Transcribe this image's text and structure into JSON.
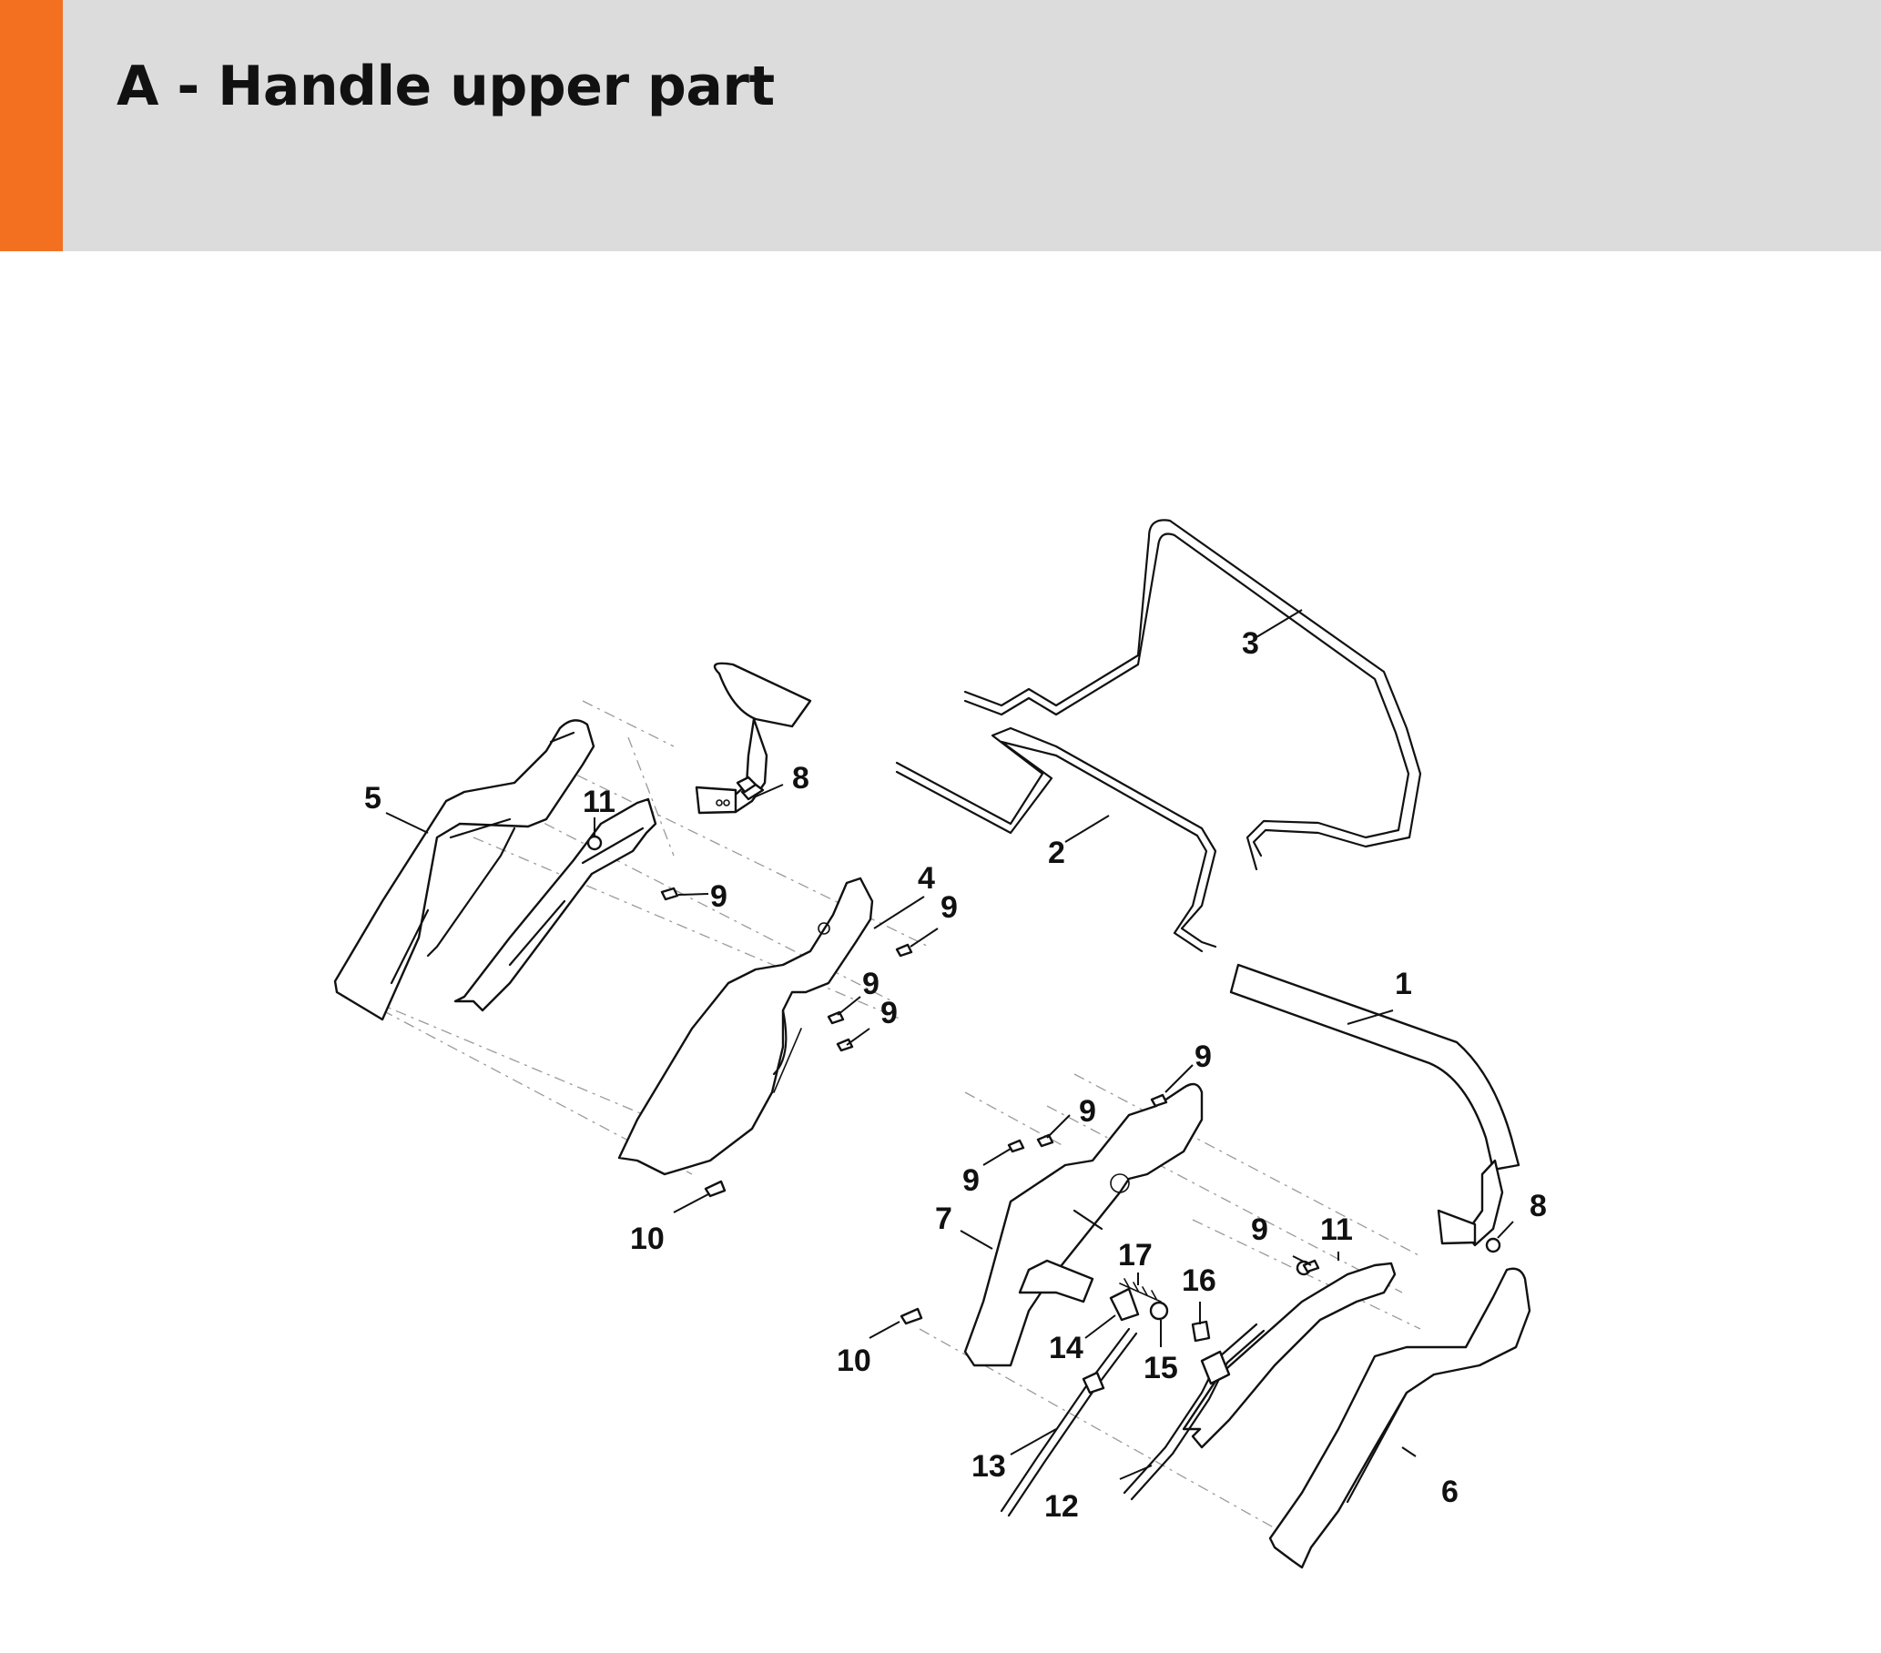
{
  "header": {
    "title": "A - Handle upper part",
    "accent_color": "#f37021",
    "band_color": "#dcdcdc"
  },
  "callouts": {
    "c1": "1",
    "c2": "2",
    "c3": "3",
    "c4": "4",
    "c5": "5",
    "c6": "6",
    "c7": "7",
    "c8a": "8",
    "c8b": "8",
    "c9a": "9",
    "c9b": "9",
    "c9c": "9",
    "c9d": "9",
    "c9e": "9",
    "c9f": "9",
    "c9g": "9",
    "c9h": "9",
    "c10a": "10",
    "c10b": "10",
    "c11a": "11",
    "c11b": "11",
    "c12": "12",
    "c13": "13",
    "c14": "14",
    "c15": "15",
    "c16": "16",
    "c17": "17"
  }
}
